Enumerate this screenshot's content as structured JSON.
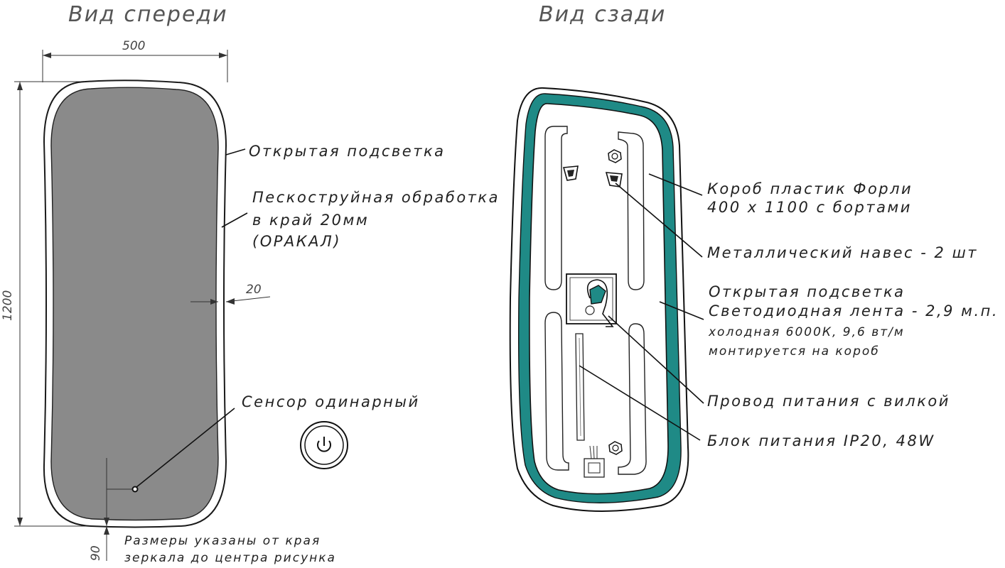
{
  "titles": {
    "front": "Вид спереди",
    "back": "Вид сзади"
  },
  "dimensions": {
    "width": "500",
    "height": "1200",
    "inset": "20",
    "sensor_offset": "90"
  },
  "front_labels": {
    "open_light": "Открытая подсветка",
    "sandblast_line1": "Пескоструйная обработка",
    "sandblast_line2": "в край 20мм",
    "sandblast_line3": "(ОРАКАЛ)",
    "sensor": "Сенсор одинарный",
    "note_line1": "Размеры указаны от края",
    "note_line2": "зеркала до центра рисунка"
  },
  "back_labels": {
    "box_line1": "Короб пластик Форли",
    "box_line2": "400 х 1100 с бортами",
    "hanger": "Металлический навес - 2 шт",
    "light_line1": "Открытая подсветка",
    "light_line2": "Светодиодная лента - 2,9 м.п.",
    "light_line3": "холодная 6000К, 9,6 вт/м",
    "light_line4": "монтируется на короб",
    "cable": "Провод питания с вилкой",
    "psu": "Блок питания IP20, 48W"
  },
  "colors": {
    "mirror": "#8a8a8a",
    "led": "#1f8a86",
    "line": "#1a1a1a"
  },
  "icons": {
    "sensor_button": "power-icon"
  }
}
